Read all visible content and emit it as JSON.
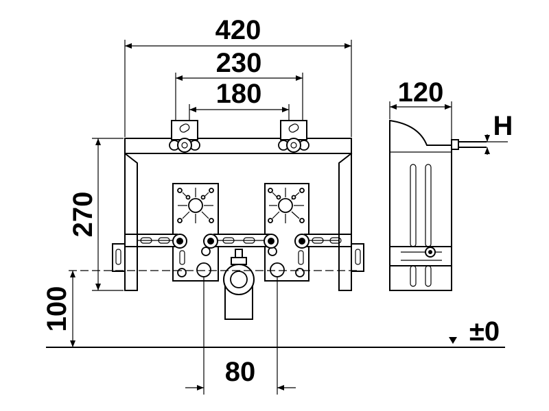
{
  "dimensions": {
    "total_width": "420",
    "pipe_spacing_outer": "230",
    "pipe_spacing_inner": "180",
    "frame_height": "270",
    "floor_offset": "100",
    "outlet_spacing": "80",
    "depth": "120",
    "connection_height_label": "H",
    "floor_level": "±0"
  }
}
